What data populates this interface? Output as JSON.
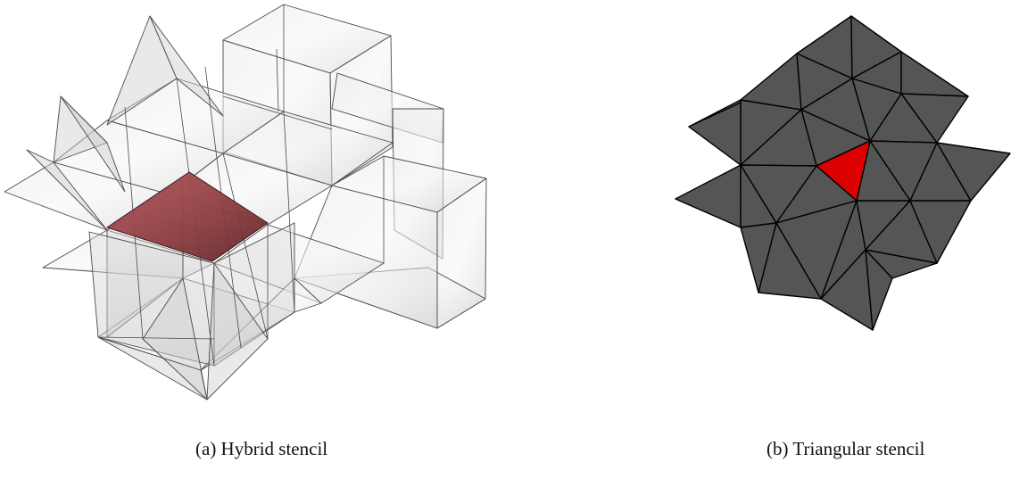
{
  "figure": {
    "panels": [
      {
        "id": "a",
        "caption": "(a) Hybrid stencil",
        "highlight_color": "#8a3a3e",
        "cell_color": "#d8d8d8",
        "edge_color": "#555555"
      },
      {
        "id": "b",
        "caption": "(b) Triangular stencil",
        "highlight_color": "#dd0000",
        "cell_color": "#555555",
        "edge_color": "#000000"
      }
    ]
  }
}
